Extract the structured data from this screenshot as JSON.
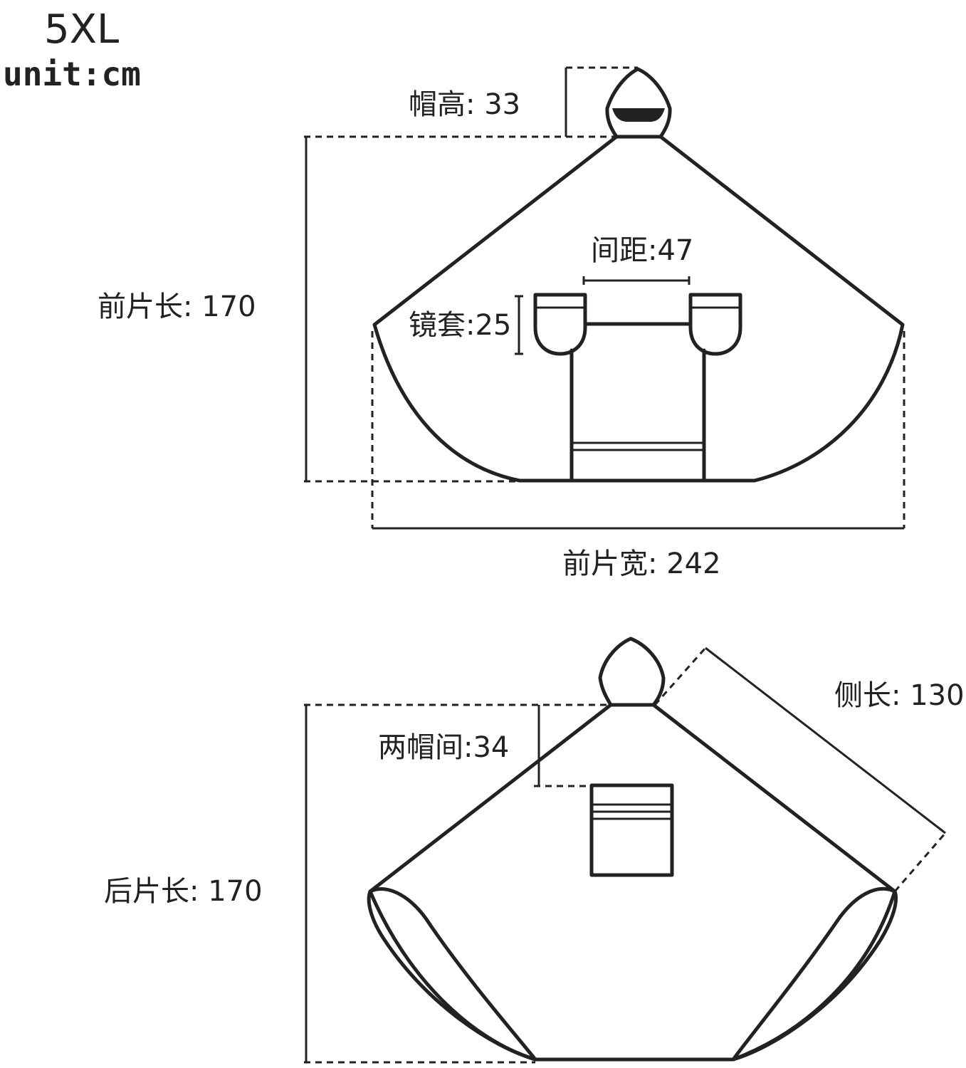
{
  "size": "5XL",
  "unit": "unit:cm",
  "front": {
    "hood_height": "帽高: 33",
    "length": "前片长: 170",
    "spacing": "间距:47",
    "mirror_cover": "镜套:25",
    "width": "前片宽: 242"
  },
  "back": {
    "side_length": "侧长: 130",
    "between_hoods": "两帽间:34",
    "length": "后片长: 170"
  },
  "colors": {
    "line": "#222222",
    "background": "#ffffff"
  }
}
